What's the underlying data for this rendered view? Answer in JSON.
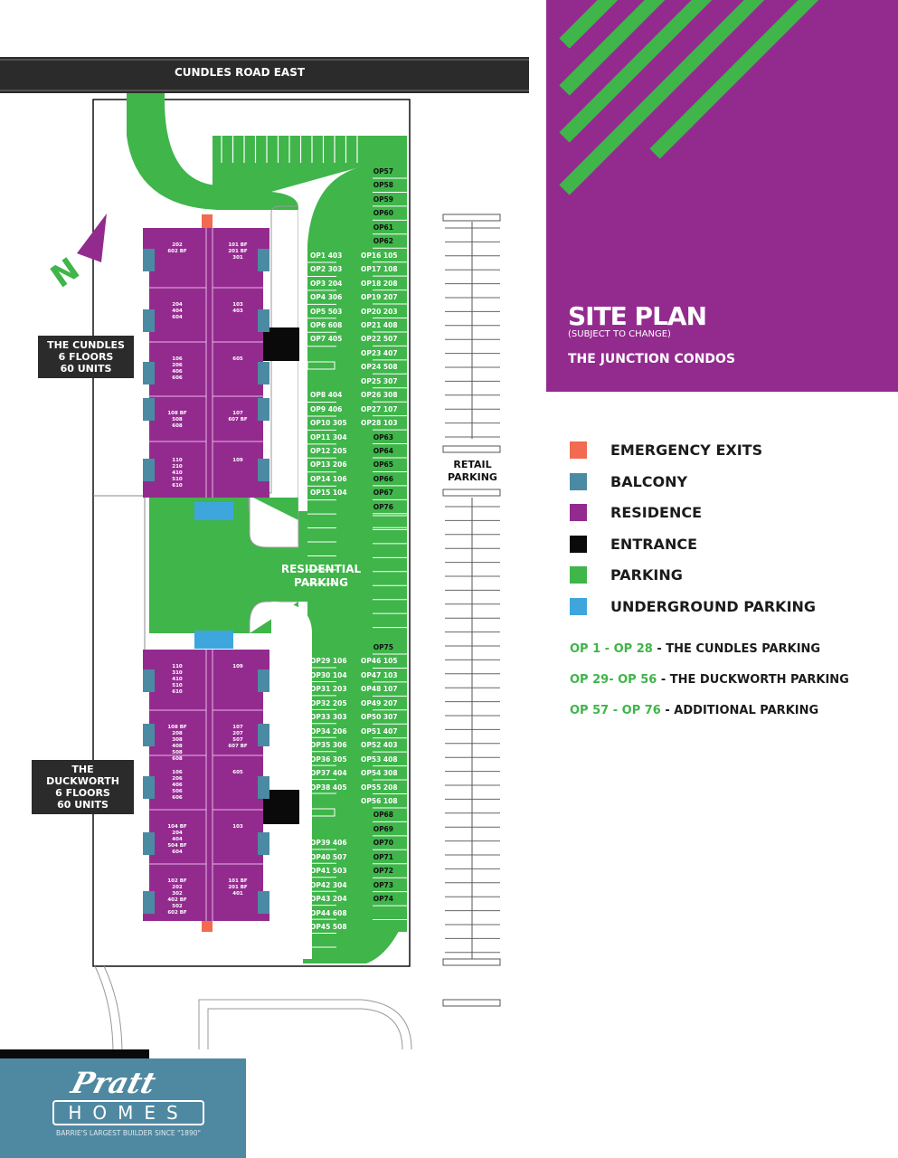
{
  "road": {
    "name": "CUNDLES ROAD EAST"
  },
  "north_label": "N",
  "buildings": [
    {
      "name": "THE CUNDLES",
      "floors": "6 FLOORS",
      "units": "60 UNITS",
      "left_units": [
        "202\n602 BF",
        "204\n404\n604",
        "106\n206\n406\n606",
        "108 BF\n508\n608",
        "110\n210\n410\n510\n610"
      ],
      "right_units": [
        "101 BF\n201 BF\n301",
        "103\n403",
        "605",
        "107\n607 BF",
        "109"
      ]
    },
    {
      "name": "THE DUCKWORTH",
      "floors": "6 FLOORS",
      "units": "60 UNITS",
      "left_units": [
        "110\n310\n410\n510\n610",
        "108 BF\n208\n308\n408\n508\n608",
        "106\n206\n406\n506\n606",
        "104 BF\n204\n404\n504 BF\n604",
        "102 BF\n202\n302\n402 BF\n502\n602 BF"
      ],
      "right_units": [
        "109",
        "107\n207\n507\n607 BF",
        "605",
        "103",
        "101 BF\n201 BF\n401"
      ]
    }
  ],
  "parking": {
    "upper_right": [
      "OP57",
      "OP58",
      "OP59",
      "OP60",
      "OP61",
      "OP62",
      "OP16 105",
      "OP17 108",
      "OP18 208",
      "OP19 207",
      "OP20 203",
      "OP21 408",
      "OP22 507",
      "OP23 407",
      "OP24 508",
      "OP25 307",
      "OP26 308",
      "OP27 107",
      "OP28 103",
      "OP63",
      "OP64",
      "OP65",
      "OP66",
      "OP67",
      "OP76"
    ],
    "upper_left": [
      "OP1 403",
      "OP2 303",
      "OP3 204",
      "OP4 306",
      "OP5 503",
      "OP6 608",
      "OP7 405",
      "OP8 404",
      "OP9 406",
      "OP10 305",
      "OP11 304",
      "OP12 205",
      "OP13 206",
      "OP14 106",
      "OP15 104"
    ],
    "lower_right": [
      "OP75",
      "OP46 105",
      "OP47 103",
      "OP48 107",
      "OP49 207",
      "OP50 307",
      "OP51 407",
      "OP52 403",
      "OP53 408",
      "OP54 308",
      "OP55 208",
      "OP56 108",
      "OP68",
      "OP69",
      "OP70",
      "OP71",
      "OP72",
      "OP73",
      "OP74"
    ],
    "lower_left": [
      "OP29 106",
      "OP30 104",
      "OP31 203",
      "OP32 205",
      "OP33 303",
      "OP34 206",
      "OP35 306",
      "OP36 305",
      "OP37 404",
      "OP38 405",
      "OP39 406",
      "OP40 507",
      "OP41 503",
      "OP42 304",
      "OP43 204",
      "OP44 608",
      "OP45 508"
    ],
    "residential_label": "RESIDENTIAL PARKING",
    "retail_label": "RETAIL PARKING"
  },
  "panel": {
    "title": "SITE PLAN",
    "subtitle": "(SUBJECT TO CHANGE)",
    "project": "THE JUNCTION CONDOS"
  },
  "legend": [
    {
      "label": "EMERGENCY EXITS",
      "color": "#f26a4f"
    },
    {
      "label": "BALCONY",
      "color": "#4b8aa3"
    },
    {
      "label": "RESIDENCE",
      "color": "#932b8e"
    },
    {
      "label": "ENTRANCE",
      "color": "#0a0a0a"
    },
    {
      "label": "PARKING",
      "color": "#3fb54a"
    },
    {
      "label": "UNDERGROUND PARKING",
      "color": "#3ea6dd"
    }
  ],
  "parking_legend": [
    {
      "range": "OP 1 - OP 28",
      "desc": "- THE CUNDLES PARKING"
    },
    {
      "range": "OP 29- OP 56",
      "desc": "- THE  DUCKWORTH PARKING"
    },
    {
      "range": "OP 57 - OP 76",
      "desc": "- ADDITIONAL PARKING"
    }
  ],
  "logo": {
    "script": "Pratt",
    "name": "HOMES",
    "tagline": "BARRIE'S LARGEST BUILDER SINCE \"1890\""
  }
}
